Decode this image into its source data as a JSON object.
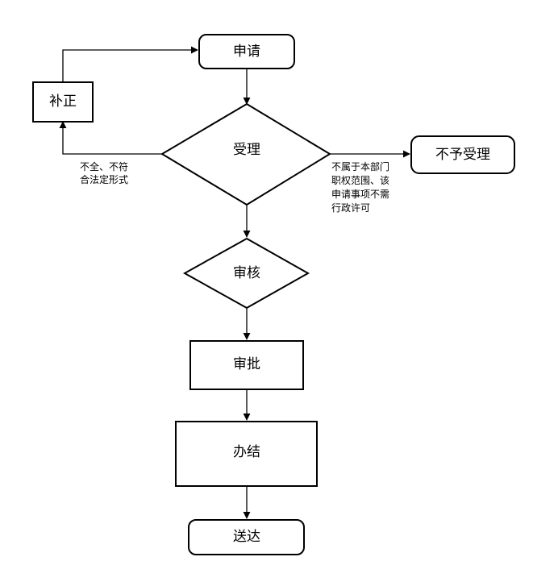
{
  "nodes": {
    "apply": "申请",
    "supplement": "补正",
    "accept": "受理",
    "reject": "不予受理",
    "review": "审核",
    "approve": "审批",
    "complete": "办结",
    "deliver": "送达"
  },
  "edge_labels": {
    "incomplete": [
      "不全、不符",
      "合法定形式"
    ],
    "out_of_scope": [
      "不属于本部门",
      "职权范围、该",
      "申请事项不需",
      "行政许可"
    ]
  },
  "colors": {
    "stroke": "#000000",
    "fill": "#ffffff",
    "text": "#000000"
  }
}
